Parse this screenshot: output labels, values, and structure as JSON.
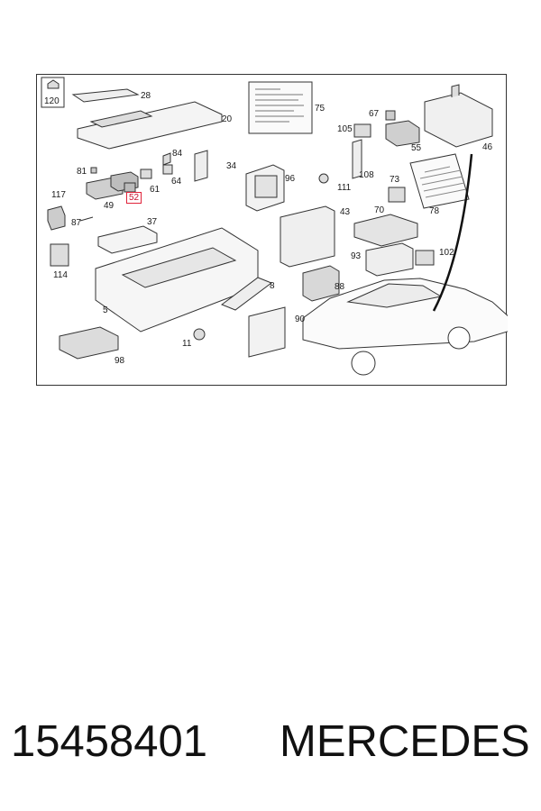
{
  "diagram": {
    "callouts": {
      "c120": "120",
      "c28": "28",
      "c20": "20",
      "c75": "75",
      "c67": "67",
      "c105": "105",
      "c55": "55",
      "c46": "46",
      "c84": "84",
      "c34": "34",
      "c81": "81",
      "c64": "64",
      "c61": "61",
      "c108": "108",
      "c96": "96",
      "c111": "111",
      "c73": "73",
      "c117": "117",
      "c49": "49",
      "c52": "52",
      "c70": "70",
      "c78": "78",
      "c87": "87",
      "c37": "37",
      "c43": "43",
      "c102": "102",
      "c93": "93",
      "c114": "114",
      "c8": "8",
      "c88": "88",
      "c5": "5",
      "c90": "90",
      "c11": "11",
      "c98": "98"
    },
    "highlighted_callout": "52"
  },
  "footer": {
    "part_number": "15458401",
    "brand": "MERCEDES"
  },
  "colors": {
    "highlight": "#e0223a",
    "line": "#333333"
  }
}
